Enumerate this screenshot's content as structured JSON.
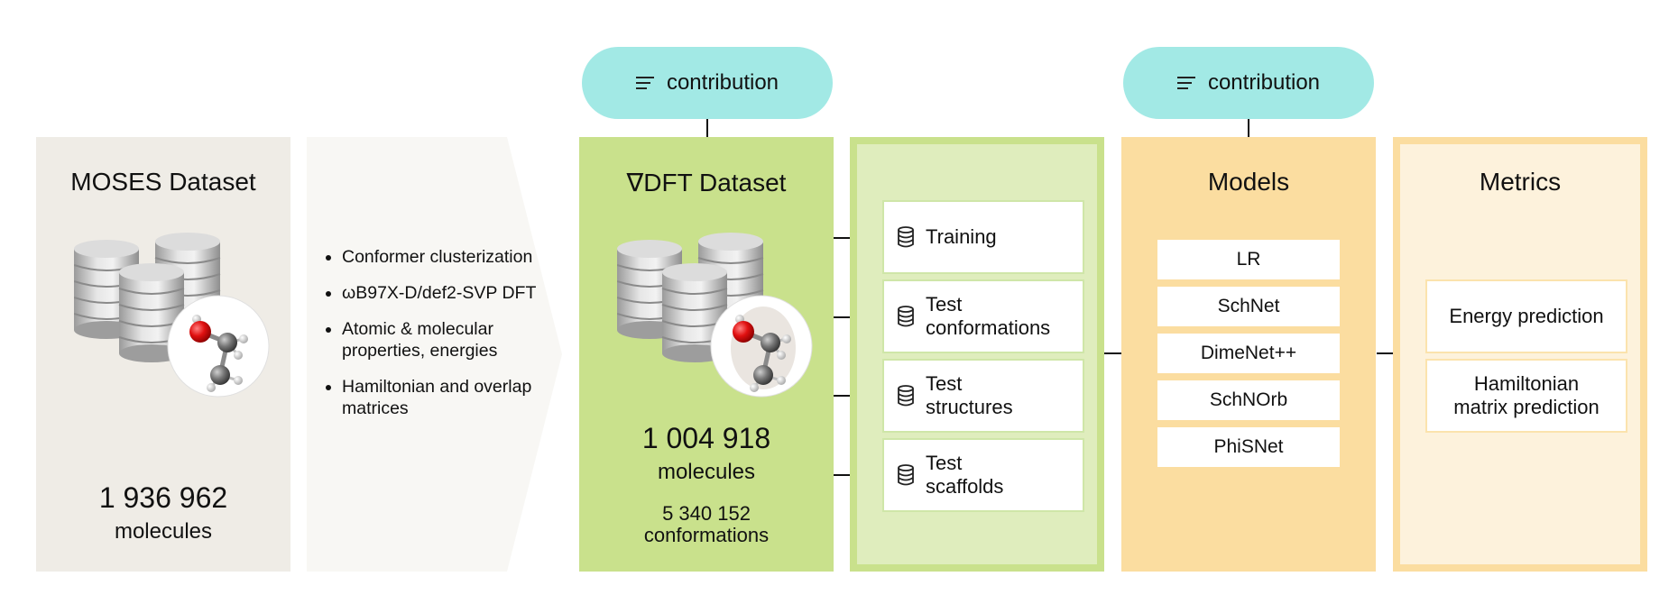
{
  "pills": [
    {
      "label": "contribution",
      "icon": "lines-icon"
    },
    {
      "label": "contribution",
      "icon": "lines-icon"
    }
  ],
  "moses": {
    "title": "MOSES Dataset",
    "count": "1 936 962",
    "unit": "molecules"
  },
  "processing": {
    "bullets": [
      "Conformer clusterization",
      "ωB97X-D/def2-SVP DFT",
      "Atomic & molecular properties, energies",
      "Hamiltonian and overlap matrices"
    ]
  },
  "dft": {
    "title_symbol": "∇",
    "title": "DFT Dataset",
    "count": "1 004 918",
    "unit": "molecules",
    "conf_count": "5 340 152",
    "conf_unit": "conformations"
  },
  "splits": {
    "items": [
      {
        "line1": "Training",
        "line2": ""
      },
      {
        "line1": "Test",
        "line2": "conformations"
      },
      {
        "line1": "Test",
        "line2": "structures"
      },
      {
        "line1": "Test",
        "line2": "scaffolds"
      }
    ]
  },
  "models": {
    "title": "Models",
    "items": [
      "LR",
      "SchNet",
      "DimeNet++",
      "SchNOrb",
      "PhiSNet"
    ]
  },
  "metrics": {
    "title": "Metrics",
    "items": [
      {
        "line1": "Energy prediction",
        "line2": ""
      },
      {
        "line1": "Hamiltonian",
        "line2": "matrix prediction"
      }
    ]
  },
  "colors": {
    "moses_bg": "#efece6",
    "process_bg": "#f8f7f4",
    "dft_bg": "#c9e18c",
    "splits_bg": "#dfedbd",
    "models_bg": "#fbdda0",
    "metrics_bg": "#fdf2dc",
    "pill_bg": "#a2e9e5"
  }
}
